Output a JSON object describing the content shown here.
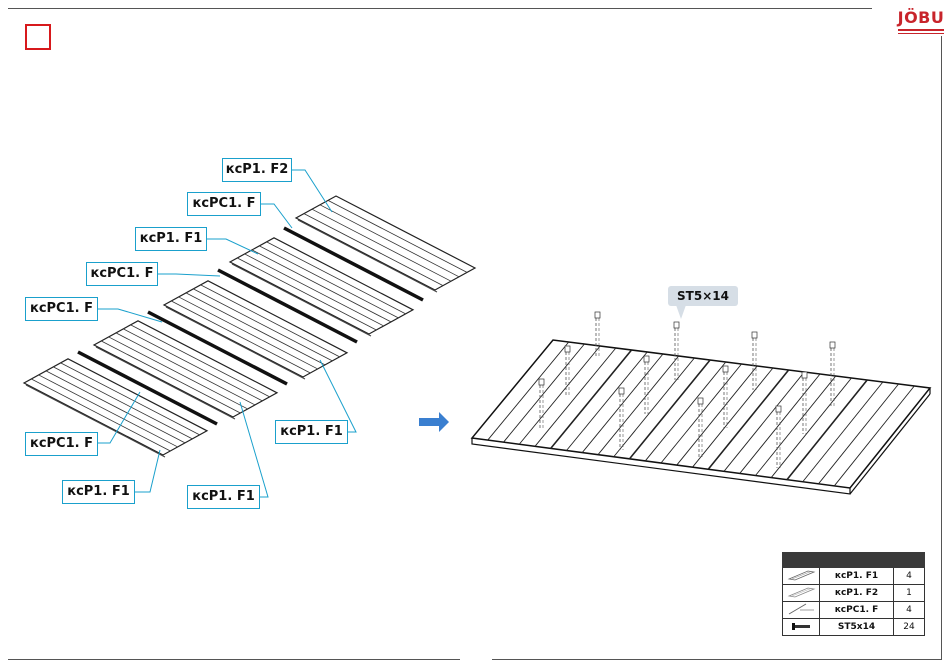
{
  "brand": {
    "logo_text": "JÖBU",
    "color": "#c8242b"
  },
  "step_marker_color": "#d7191c",
  "label_border_color": "#1aa0cc",
  "labels": [
    {
      "name": "label-kcp1-f2",
      "text": "кcP1. F2"
    },
    {
      "name": "label-kcpc1-f-1",
      "text": "кcPC1. F"
    },
    {
      "name": "label-kcp1-f1-1",
      "text": "кcP1. F1"
    },
    {
      "name": "label-kcpc1-f-2",
      "text": "кcPC1. F"
    },
    {
      "name": "label-kcpc1-f-3",
      "text": "кcPC1. F"
    },
    {
      "name": "label-kcp1-f1-2",
      "text": "кcP1. F1"
    },
    {
      "name": "label-kcpc1-f-4",
      "text": "кcPC1. F"
    },
    {
      "name": "label-kcp1-f1-3",
      "text": "кcP1. F1"
    },
    {
      "name": "label-kcp1-f1-4",
      "text": "кcP1. F1"
    }
  ],
  "screw_callout": {
    "text": "ST5×14"
  },
  "arrow_icon": "right-arrow-icon",
  "parts_table": {
    "headers": [
      "",
      "",
      ""
    ],
    "rows": [
      {
        "icon": "panel-icon",
        "part": "кcP1. F1",
        "qty": "4"
      },
      {
        "icon": "panel-icon",
        "part": "кcP1. F2",
        "qty": "1"
      },
      {
        "icon": "connector-icon",
        "part": "кcPC1. F",
        "qty": "4"
      },
      {
        "icon": "screw-icon",
        "part": "ST5x14",
        "qty": "24"
      }
    ]
  }
}
